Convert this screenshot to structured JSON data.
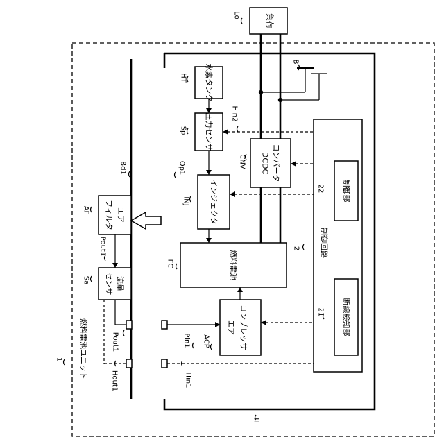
{
  "labels": {
    "load": "負荷",
    "load_ref": "Lo",
    "battery_ref": "B",
    "hydrogen_tank": "水素タンク",
    "hydrogen_tank_ref": "HT",
    "pressure_sensor": "圧力センサ",
    "pressure_sensor_ref": "Sp",
    "signal_hin2": "Hin2",
    "dcdc_line1": "DCDC",
    "dcdc_line2": "コンバータ",
    "converter_ref": "CNV",
    "injector": "インジェクタ",
    "injector_ref": "INJ",
    "op1": "Op1",
    "bd1": "Bd1",
    "control_unit": "制御部",
    "control_unit_ref": "22",
    "control_circuit": "制御回路",
    "control_circuit_ref": "2",
    "fuel_cell": "燃料電池",
    "fuel_cell_ref": "FC",
    "air_filter_line1": "エア",
    "air_filter_line2": "フィルタ",
    "air_filter_ref": "AF",
    "flow_sensor_line1": "流量",
    "flow_sensor_line2": "センサ",
    "flow_sensor_ref": "Sa",
    "pout1_top": "Pout1",
    "pout1_bottom": "Pout1",
    "air_compressor_line1": "エア",
    "air_compressor_line2": "コンプレッサ",
    "air_compressor_ref": "ACP",
    "pin1": "Pin1",
    "disconnection_detector": "断線検知部",
    "disconnection_detector_ref": "21",
    "fuel_cell_unit": "燃料電池ユニット",
    "unit_ref": "1",
    "hout1": "Hout1",
    "hin1": "Hin1",
    "housing_ref": "H"
  }
}
